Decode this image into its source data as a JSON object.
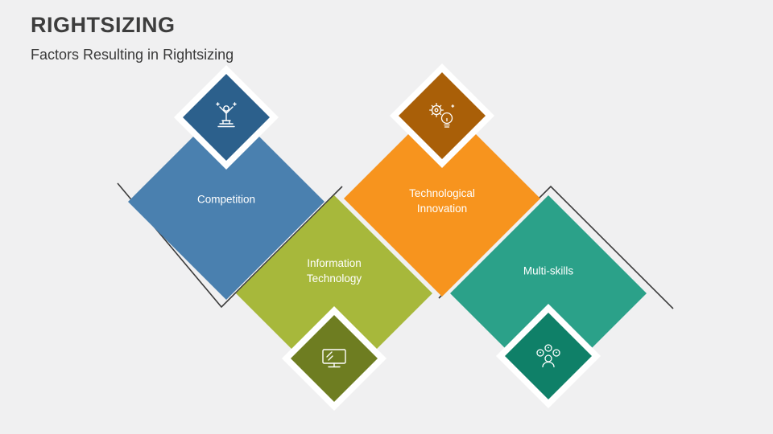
{
  "page": {
    "background": "#f0f0f1"
  },
  "header": {
    "title": "RIGHTSIZING",
    "subtitle": "Factors Resulting in Rightsizing"
  },
  "diagram": {
    "line_color": "#3c3c3c",
    "label_text_color": "#ffffff",
    "nodes": [
      {
        "label": "Competition",
        "color": "#4a80af",
        "icon_color": "#2c608c",
        "icon": "celebration-person-icon",
        "icon_position": "top"
      },
      {
        "label": "Technological Innovation",
        "color": "#f7941e",
        "icon_color": "#a95f08",
        "icon": "gear-lightbulb-icon",
        "icon_position": "top"
      },
      {
        "label": "Information Technology",
        "color": "#a7b83b",
        "icon_color": "#6e7d21",
        "icon": "monitor-icon",
        "icon_position": "bottom"
      },
      {
        "label": "Multi-skills",
        "color": "#2ba189",
        "icon_color": "#0f8068",
        "icon": "team-icon",
        "icon_position": "bottom"
      }
    ]
  }
}
